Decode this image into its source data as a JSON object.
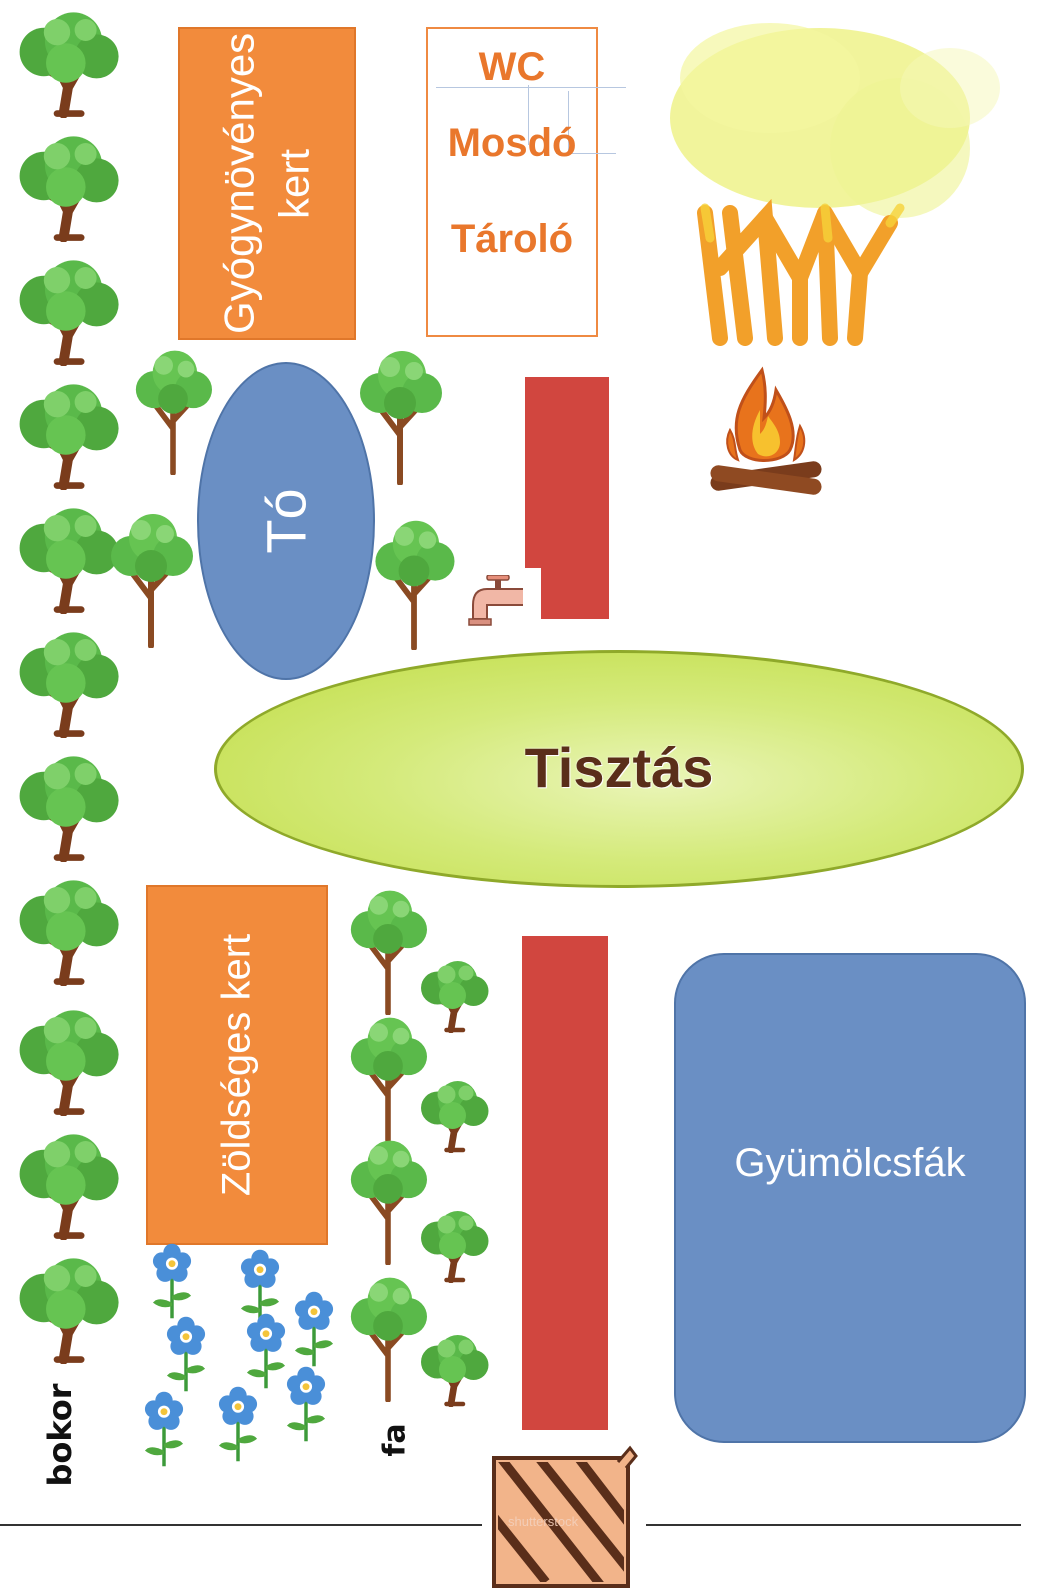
{
  "labels": {
    "herb_garden": "Gyógynövényes kert",
    "wc": "WC",
    "washbasin": "Mosdó",
    "storage": "Tároló",
    "pond": "Tó",
    "clearing": "Tisztás",
    "vegetable_garden": "Zöldséges kert",
    "fruit_trees": "Gyümölcsfák",
    "bush": "bokor",
    "tree": "fa",
    "watermark": "shutterstock"
  },
  "colors": {
    "orange": "#f28b3c",
    "orange_text": "#e9772c",
    "blue": "#6a8fc4",
    "green_ellipse": "#c6e04a",
    "red": "#d1463f",
    "bush_green": "#5ab94a",
    "flower_blue": "#4a8fd8"
  },
  "icons": [
    "bush-icon",
    "tree-icon",
    "flower-icon",
    "faucet-icon",
    "campfire-icon",
    "tent-icon",
    "gate-icon"
  ]
}
